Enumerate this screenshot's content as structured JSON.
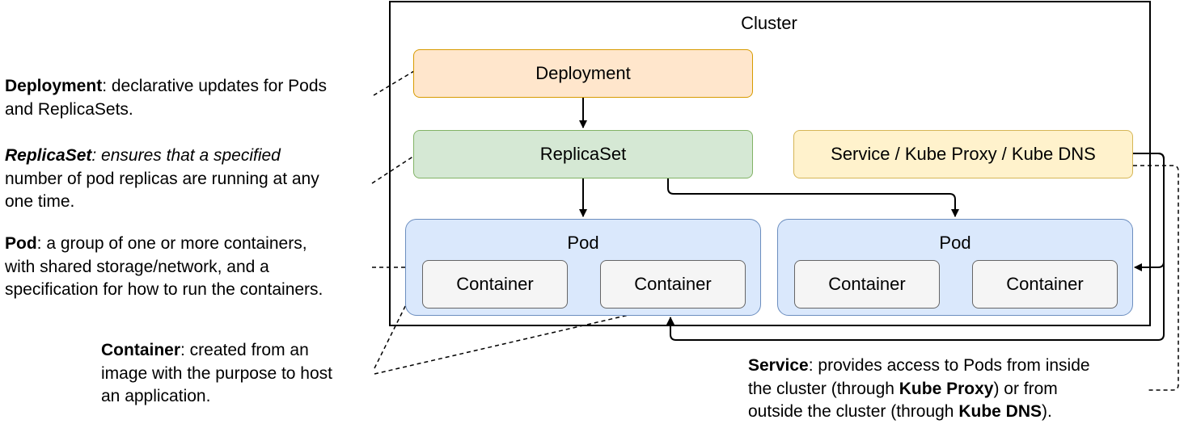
{
  "cluster": {
    "title": "Cluster"
  },
  "boxes": {
    "deployment": "Deployment",
    "replicaset": "ReplicaSet",
    "service": "Service / Kube Proxy / Kube DNS"
  },
  "pods": [
    {
      "title": "Pod",
      "containers": [
        "Container",
        "Container"
      ]
    },
    {
      "title": "Pod",
      "containers": [
        "Container",
        "Container"
      ]
    }
  ],
  "notes": {
    "deployment": {
      "term": "Deployment",
      "lines": [
        ": declarative updates for Pods",
        "and ReplicaSets."
      ]
    },
    "replicaset": {
      "term": "ReplicaSet",
      "lines": [
        ": ensures that a specified",
        "number of pod replicas are running at any",
        "one time."
      ]
    },
    "pod": {
      "term": "Pod",
      "lines": [
        ": a group of one or more containers,",
        "with shared storage/network, and a",
        "specification for how to run the containers."
      ]
    },
    "container": {
      "term": "Container",
      "lines": [
        ": created from an",
        "image with the purpose to host",
        "an application."
      ]
    },
    "service": {
      "term": "Service",
      "line1": ": provides access to Pods from inside",
      "line2_a": "the cluster (through ",
      "line2_b": "Kube Proxy",
      "line2_c": ") or from",
      "line3_a": "outside the cluster (through ",
      "line3_b": "Kube DNS",
      "line3_c": ")."
    }
  },
  "colors": {
    "deployment_fill": "#ffe6cc",
    "deployment_stroke": "#d79b00",
    "replicaset_fill": "#d5e8d4",
    "replicaset_stroke": "#82b366",
    "service_fill": "#fff2cc",
    "service_stroke": "#d6b656",
    "pod_fill": "#dae8fc",
    "pod_stroke": "#6c8ebf",
    "container_fill": "#f5f5f5",
    "container_stroke": "#666666"
  }
}
